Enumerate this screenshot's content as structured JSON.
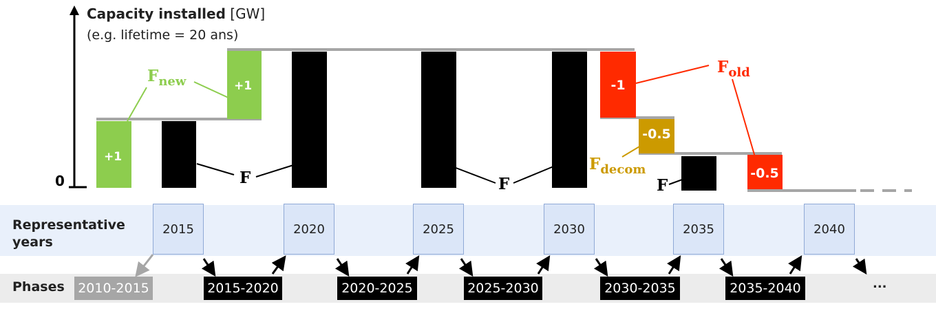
{
  "header": {
    "title_bold": "Capacity installed",
    "title_unit": "[GW]",
    "subtitle": "(e.g. lifetime = 20 ans)",
    "zero_label": "0"
  },
  "bars": {
    "plus_one_a": "+1",
    "plus_one_b": "+1",
    "minus_one": "-1",
    "minus_half_decom": "-0.5",
    "minus_half_old": "-0.5"
  },
  "callouts": {
    "f_new_base": "F",
    "f_new_sub": "new",
    "f_old_base": "F",
    "f_old_sub": "old",
    "f_decom_base": "F",
    "f_decom_sub": "decom",
    "f_a": "F",
    "f_b": "F",
    "f_c": "F"
  },
  "rows": {
    "years_label_line1": "Representative",
    "years_label_line2": "years",
    "phases_label": "Phases",
    "ellipsis": "..."
  },
  "years": [
    "2015",
    "2020",
    "2025",
    "2030",
    "2035",
    "2040"
  ],
  "phases": [
    "2010-2015",
    "2015-2020",
    "2020-2025",
    "2025-2030",
    "2030-2035",
    "2035-2040"
  ],
  "colors": {
    "new": "#8dcd4e",
    "old": "#ff2a00",
    "decom": "#cc9a00",
    "stock": "#000000",
    "level_line": "#a6a6a6",
    "year_box": "#dbe6f8",
    "first_phase": "#a6a6a6"
  }
}
